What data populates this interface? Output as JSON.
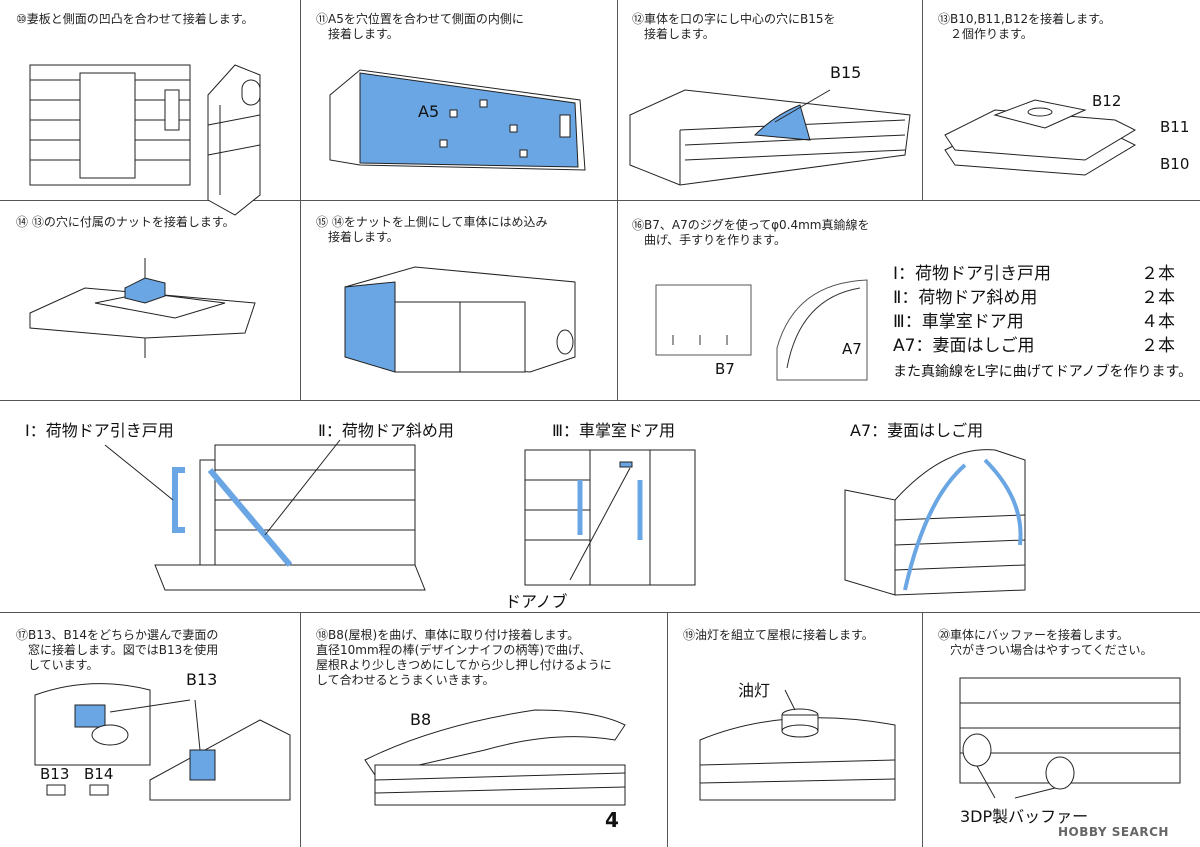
{
  "steps": {
    "s10": {
      "text": "⑩妻板と側面の凹凸を合わせて接着します。"
    },
    "s11": {
      "text": "⑪A5を穴位置を合わせて側面の内側に\n　接着します。",
      "part": "A5"
    },
    "s12": {
      "text": "⑫車体を口の字にし中心の穴にB15を\n　接着します。",
      "part": "B15"
    },
    "s13": {
      "text": "⑬B10,B11,B12を接着します。\n　２個作ります。",
      "parts": [
        "B12",
        "B11",
        "B10"
      ]
    },
    "s14": {
      "text": "⑭ ⑬の穴に付属のナットを接着します。"
    },
    "s15": {
      "text": "⑮ ⑭をナットを上側にして車体にはめ込み\n　接着します。"
    },
    "s16": {
      "text": "⑯B7、A7のジグを使ってφ0.4mm真鍮線を\n　曲げ、手すりを作ります。",
      "jig_b7": "B7",
      "jig_a7": "A7",
      "uses": [
        {
          "label": "Ⅰ：荷物ドア引き戸用",
          "qty": "２本"
        },
        {
          "label": "Ⅱ：荷物ドア斜め用",
          "qty": "２本"
        },
        {
          "label": "Ⅲ：車掌室ドア用",
          "qty": "４本"
        },
        {
          "label": "A7：妻面はしご用",
          "qty": "２本"
        }
      ],
      "note": "また真鍮線をL字に曲げてドアノブを作ります。"
    },
    "detail": {
      "label1": "Ⅰ：荷物ドア引き戸用",
      "label2": "Ⅱ：荷物ドア斜め用",
      "label3": "Ⅲ：車掌室ドア用",
      "label4": "A7：妻面はしご用",
      "doorknob": "ドアノブ"
    },
    "s17": {
      "text": "⑰B13、B14をどちらか選んで妻面の\n　窓に接着します。図ではB13を使用\n　しています。",
      "part_main": "B13",
      "part_a": "B13",
      "part_b": "B14"
    },
    "s18": {
      "text": "⑱B8(屋根)を曲げ、車体に取り付け接着します。\n直径10mm程の棒(デザインナイフの柄等)で曲げ、\n屋根Rより少しきつめにしてから少し押し付けるように\nして合わせるとうまくいきます。",
      "part": "B8"
    },
    "s19": {
      "text": "⑲油灯を組立て屋根に接着します。",
      "part": "油灯"
    },
    "s20": {
      "text": "⑳車体にバッファーを接着します。\n　穴がきつい場合はやすってください。",
      "part": "3DP製バッファー"
    }
  },
  "page_number": "4",
  "watermark": "HOBBY SEARCH",
  "colors": {
    "highlight": "#6aa6e3",
    "line": "#333333"
  }
}
